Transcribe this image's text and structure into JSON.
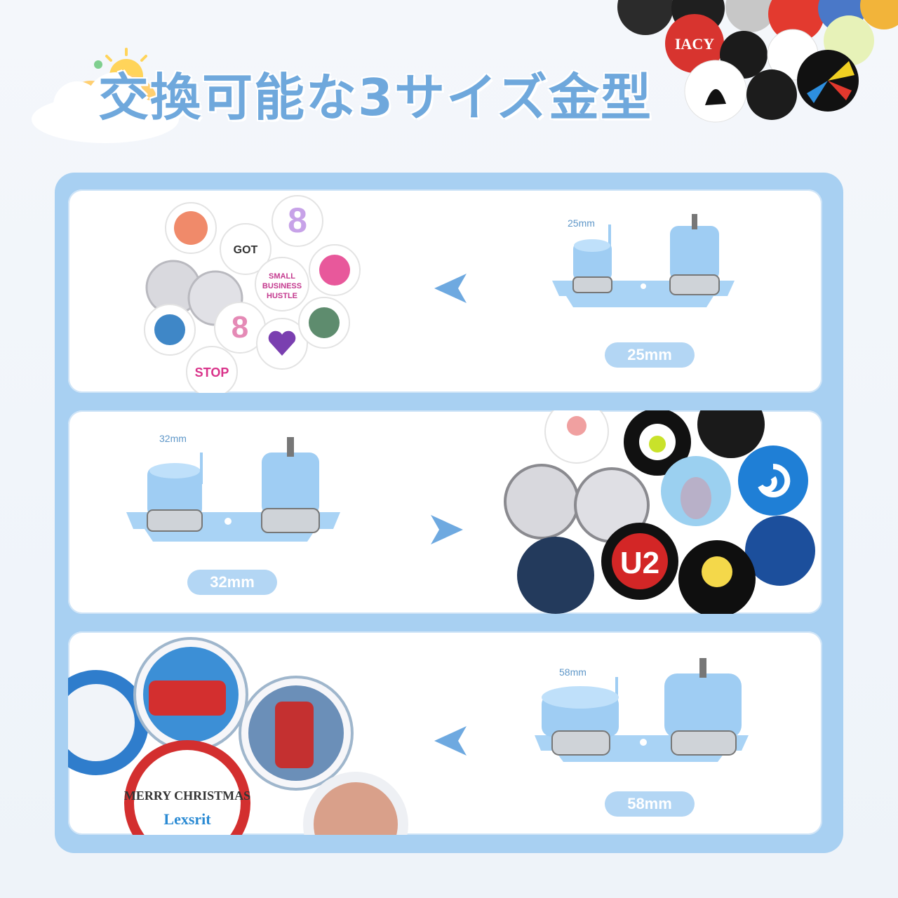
{
  "header": {
    "title": "交換可能な3サイズ金型"
  },
  "panels": [
    {
      "size_label": "25mm",
      "pill_label": "25mm",
      "arrow": "left"
    },
    {
      "size_label": "32mm",
      "pill_label": "32mm",
      "arrow": "right"
    },
    {
      "size_label": "58mm",
      "pill_label": "58mm",
      "arrow": "left"
    }
  ],
  "badge_text": {
    "iacy": "IACY",
    "small_business": "SMALL BUSINESS HUSTLE",
    "stop": "STOP",
    "u2": "U2",
    "merry_christmas": "MERRY CHRISTMAS",
    "lexsrit": "Lexsrit"
  },
  "colors": {
    "title": "#6fa8dc",
    "frame": "#a8d0f2",
    "pill": "#b3d6f4",
    "press_blue": "#9fcdf3",
    "arrow": "#6ea9e0"
  }
}
